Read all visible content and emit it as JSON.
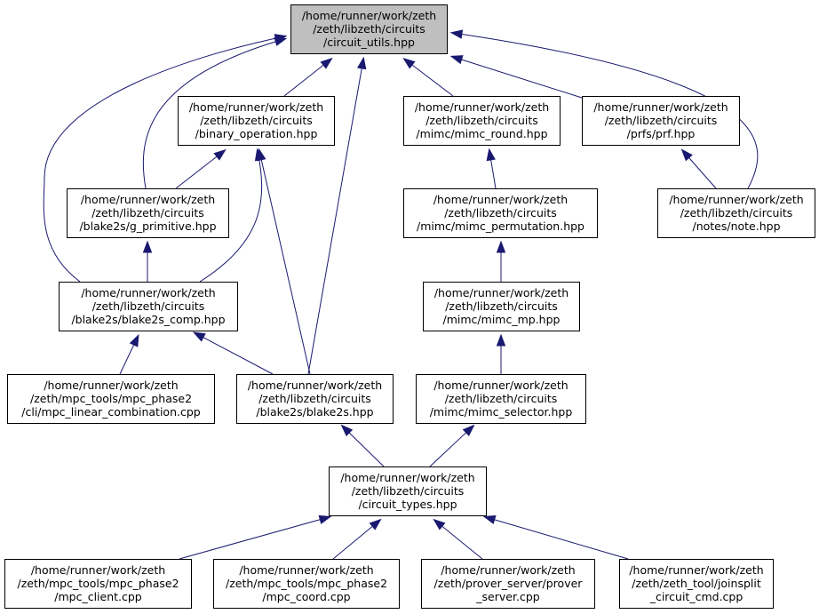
{
  "nodes": {
    "circuit_utils": [
      "/home/runner/work/zeth",
      "/zeth/libzeth/circuits",
      "/circuit_utils.hpp"
    ],
    "binary_operation": [
      "/home/runner/work/zeth",
      "/zeth/libzeth/circuits",
      "/binary_operation.hpp"
    ],
    "mimc_round": [
      "/home/runner/work/zeth",
      "/zeth/libzeth/circuits",
      "/mimc/mimc_round.hpp"
    ],
    "prf": [
      "/home/runner/work/zeth",
      "/zeth/libzeth/circuits",
      "/prfs/prf.hpp"
    ],
    "g_primitive": [
      "/home/runner/work/zeth",
      "/zeth/libzeth/circuits",
      "/blake2s/g_primitive.hpp"
    ],
    "mimc_permutation": [
      "/home/runner/work/zeth",
      "/zeth/libzeth/circuits",
      "/mimc/mimc_permutation.hpp"
    ],
    "note": [
      "/home/runner/work/zeth",
      "/zeth/libzeth/circuits",
      "/notes/note.hpp"
    ],
    "blake2s_comp": [
      "/home/runner/work/zeth",
      "/zeth/libzeth/circuits",
      "/blake2s/blake2s_comp.hpp"
    ],
    "mimc_mp": [
      "/home/runner/work/zeth",
      "/zeth/libzeth/circuits",
      "/mimc/mimc_mp.hpp"
    ],
    "mpc_linear_combination": [
      "/home/runner/work/zeth",
      "/zeth/mpc_tools/mpc_phase2",
      "/cli/mpc_linear_combination.cpp"
    ],
    "blake2s": [
      "/home/runner/work/zeth",
      "/zeth/libzeth/circuits",
      "/blake2s/blake2s.hpp"
    ],
    "mimc_selector": [
      "/home/runner/work/zeth",
      "/zeth/libzeth/circuits",
      "/mimc/mimc_selector.hpp"
    ],
    "circuit_types": [
      "/home/runner/work/zeth",
      "/zeth/libzeth/circuits",
      "/circuit_types.hpp"
    ],
    "mpc_client": [
      "/home/runner/work/zeth",
      "/zeth/mpc_tools/mpc_phase2",
      "/mpc_client.cpp"
    ],
    "mpc_coord": [
      "/home/runner/work/zeth",
      "/zeth/mpc_tools/mpc_phase2",
      "/mpc_coord.cpp"
    ],
    "prover_server": [
      "/home/runner/work/zeth",
      "/zeth/prover_server/prover",
      "_server.cpp"
    ],
    "joinsplit_circuit_cmd": [
      "/home/runner/work/zeth",
      "/zeth/zeth_tool/joinsplit",
      "_circuit_cmd.cpp"
    ]
  },
  "edges": [
    {
      "from": "binary_operation",
      "to": "circuit_utils"
    },
    {
      "from": "mimc_round",
      "to": "circuit_utils"
    },
    {
      "from": "prf",
      "to": "circuit_utils"
    },
    {
      "from": "g_primitive",
      "to": "circuit_utils"
    },
    {
      "from": "blake2s_comp",
      "to": "circuit_utils"
    },
    {
      "from": "blake2s",
      "to": "circuit_utils"
    },
    {
      "from": "note",
      "to": "circuit_utils"
    },
    {
      "from": "g_primitive",
      "to": "binary_operation"
    },
    {
      "from": "blake2s_comp",
      "to": "binary_operation"
    },
    {
      "from": "blake2s",
      "to": "binary_operation"
    },
    {
      "from": "blake2s_comp",
      "to": "g_primitive"
    },
    {
      "from": "mimc_permutation",
      "to": "mimc_round"
    },
    {
      "from": "note",
      "to": "prf"
    },
    {
      "from": "mimc_mp",
      "to": "mimc_permutation"
    },
    {
      "from": "mpc_linear_combination",
      "to": "blake2s_comp"
    },
    {
      "from": "blake2s",
      "to": "blake2s_comp"
    },
    {
      "from": "mimc_selector",
      "to": "mimc_mp"
    },
    {
      "from": "circuit_types",
      "to": "blake2s"
    },
    {
      "from": "circuit_types",
      "to": "mimc_selector"
    },
    {
      "from": "mpc_client",
      "to": "circuit_types"
    },
    {
      "from": "mpc_coord",
      "to": "circuit_types"
    },
    {
      "from": "prover_server",
      "to": "circuit_types"
    },
    {
      "from": "joinsplit_circuit_cmd",
      "to": "circuit_types"
    }
  ],
  "colors": {
    "edge": "#191970",
    "root_fill": "#bfbfbf",
    "node_fill": "#ffffff",
    "node_border": "#000000"
  }
}
